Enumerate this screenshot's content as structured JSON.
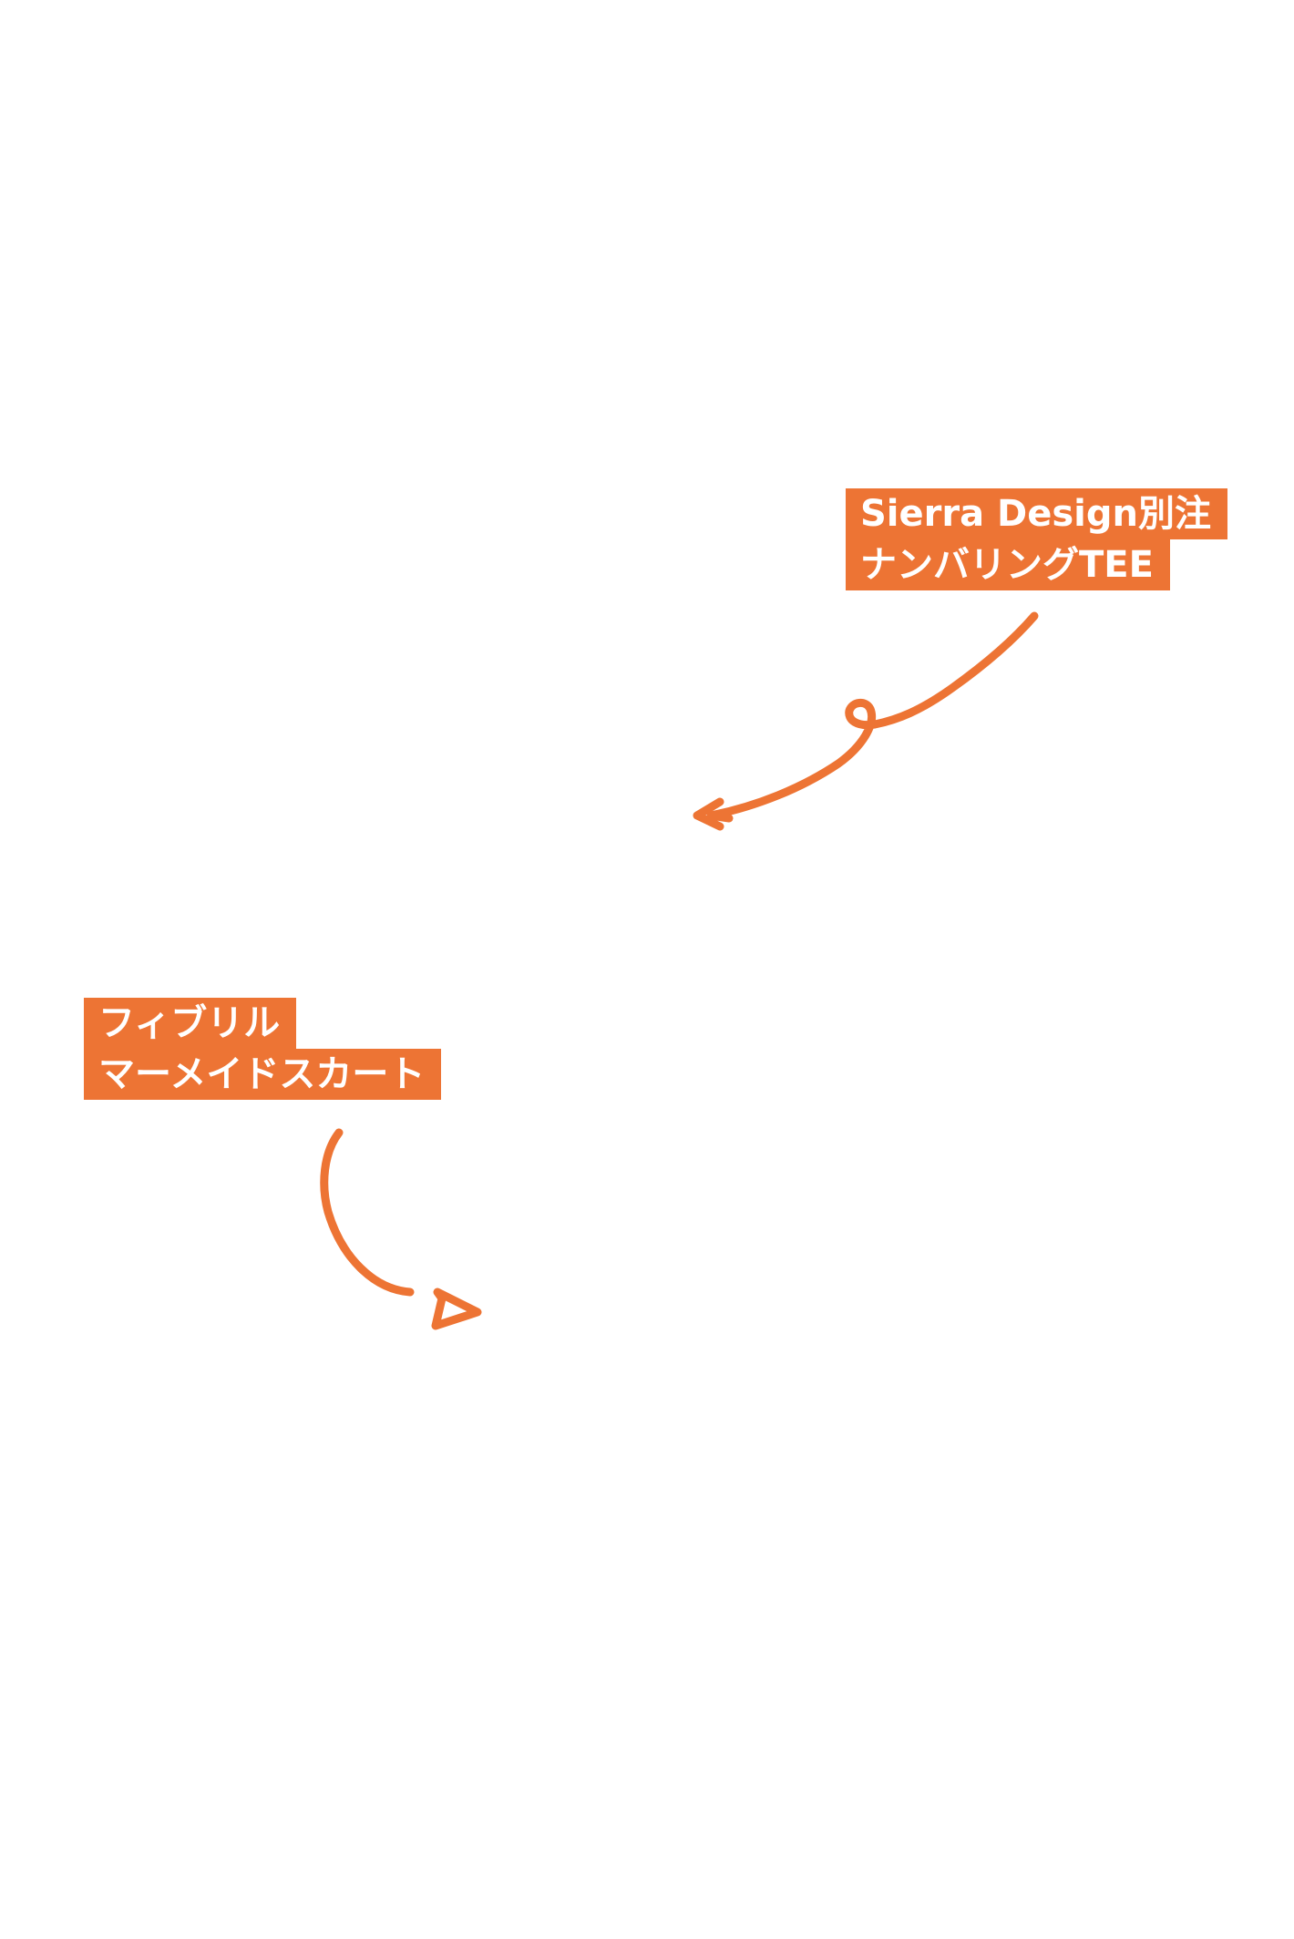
{
  "accent_color": "#ED7434",
  "text_color": "#FFFFFF",
  "annotations": [
    {
      "id": "tee",
      "lines": [
        "Sierra Design別注",
        "ナンバリングTEE"
      ]
    },
    {
      "id": "skirt",
      "lines": [
        "フィブリル",
        "マーメイドスカート"
      ]
    }
  ]
}
